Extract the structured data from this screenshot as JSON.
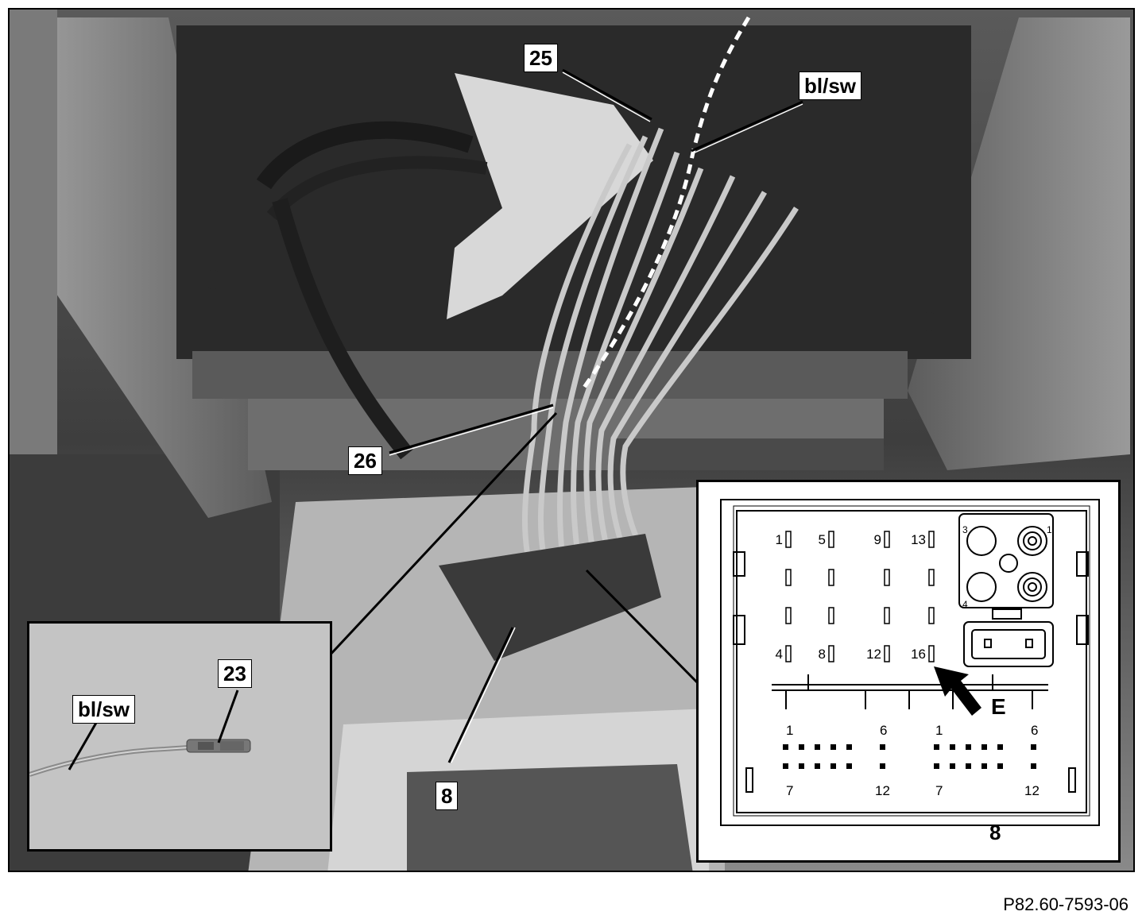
{
  "labels": {
    "l25": "25",
    "l_blsw_top": "bl/sw",
    "l26": "26",
    "l8_main": "8",
    "l23": "23",
    "l_blsw_inset": "bl/sw",
    "l8_connector": "8",
    "lE": "E"
  },
  "connector": {
    "pin_row_top": [
      "1",
      "5",
      "9",
      "13"
    ],
    "pin_row_bottom": [
      "4",
      "8",
      "12",
      "16"
    ],
    "block_left": {
      "tl": "1",
      "tr": "6",
      "bl": "7",
      "br": "12"
    },
    "block_right": {
      "tl": "1",
      "tr": "6",
      "bl": "7",
      "br": "12"
    },
    "coax_top_left": "3",
    "coax_top_right": "1",
    "coax_bottom_left": "4"
  },
  "reference_code": "P82.60-7593-06",
  "colors": {
    "photo_dark": "#3a3a3a",
    "photo_mid": "#7a7a7a",
    "photo_light": "#c8c8c8",
    "inset_bg": "#bfbfbf",
    "connector_bg": "#ffffff"
  }
}
